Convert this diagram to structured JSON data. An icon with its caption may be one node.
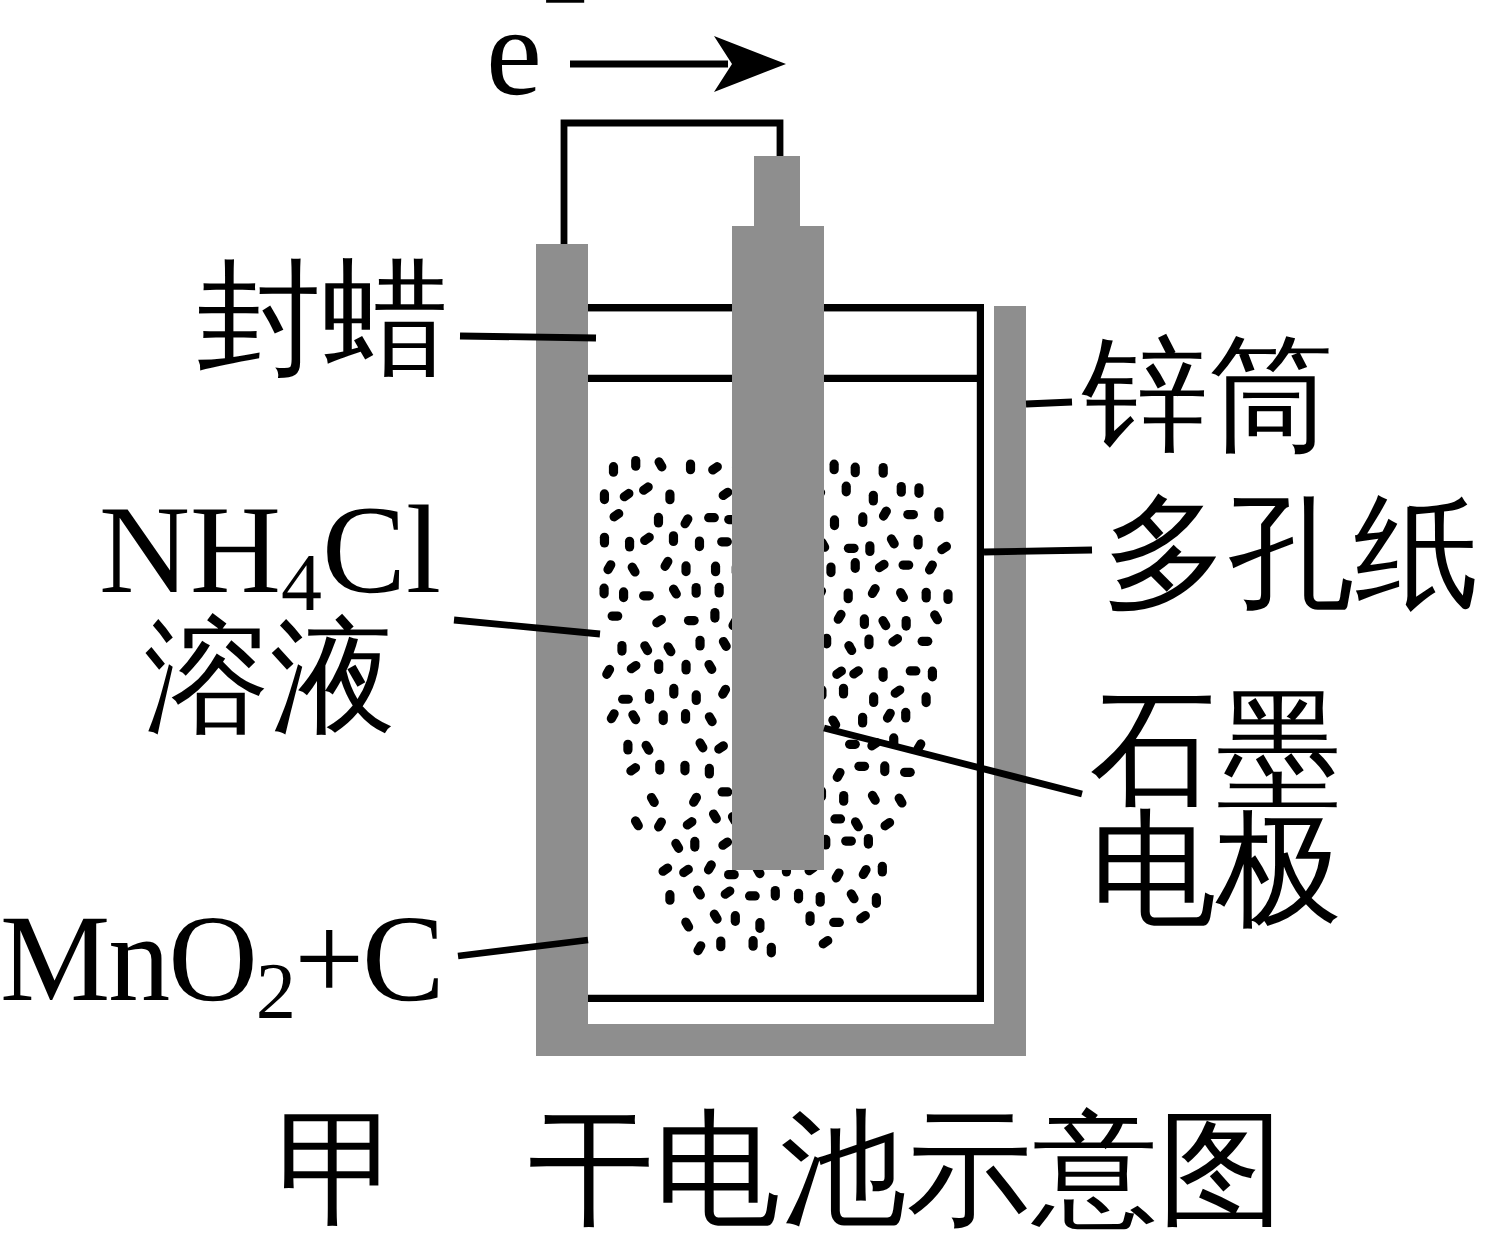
{
  "diagram": {
    "caption": "甲　干电池示意图",
    "nodes": [
      {
        "text": [
          "封蜡"
        ]
      },
      {
        "text": [
          "锌筒"
        ]
      },
      {
        "text": [
          "多孔纸"
        ]
      },
      {
        "text": [
          "NH$_{4}$Cl溶液"
        ]
      },
      {
        "text": [
          "石墨电极"
        ]
      },
      {
        "text": [
          "MnO$_{2}$+C"
        ]
      },
      {
        "text": [],
        "shape": "box"
      },
      {
        "text": [],
        "shape": "box",
        "in": 6
      },
      {
        "text": [],
        "shape": "box",
        "in": 7
      },
      {
        "text": [],
        "shape": "cloud",
        "in": 7
      },
      {
        "text": [],
        "shape": "bar"
      }
    ],
    "edges": [
      {
        "from": 0,
        "to": 8,
        "arrow": "none"
      },
      {
        "from": 1,
        "to": 6,
        "arrow": "none"
      },
      {
        "from": 2,
        "to": 7,
        "arrow": "none"
      },
      {
        "from": 3,
        "to": 9,
        "arrow": "none"
      },
      {
        "from": 4,
        "to": 10,
        "arrow": "none"
      },
      {
        "from": 5,
        "to": 7,
        "arrow": "none"
      },
      {
        "from": 6,
        "to": 10,
        "arrow": "none"
      }
    ],
    "labels": [
      "e$^{−}$"
    ]
  }
}
